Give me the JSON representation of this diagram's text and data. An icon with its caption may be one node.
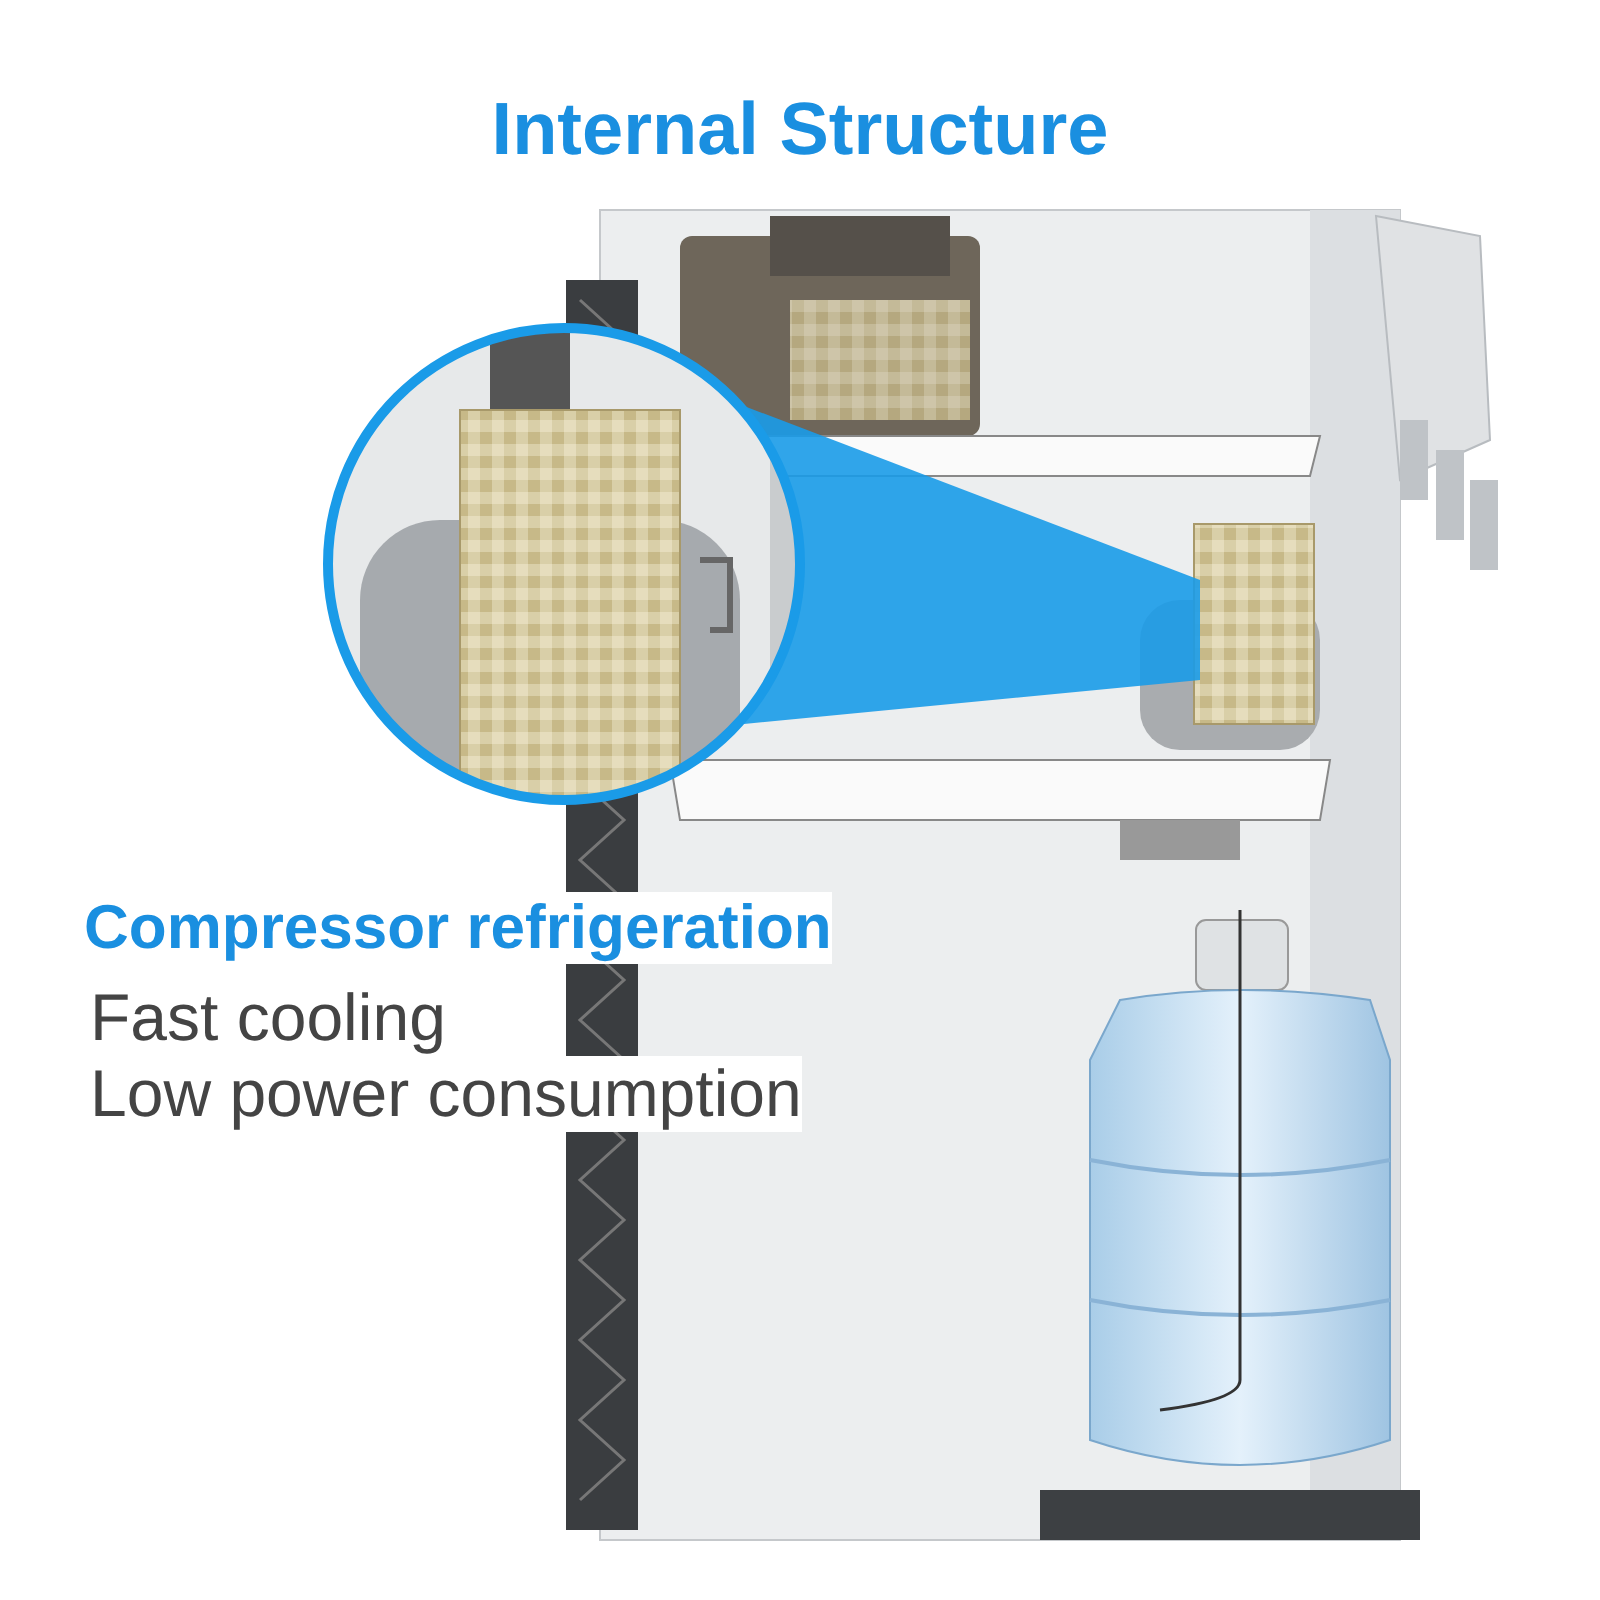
{
  "diagram": {
    "title": "Internal Structure",
    "labels": [
      "Compressor refrigeration",
      "Fast cooling",
      "Low power consumption"
    ]
  }
}
